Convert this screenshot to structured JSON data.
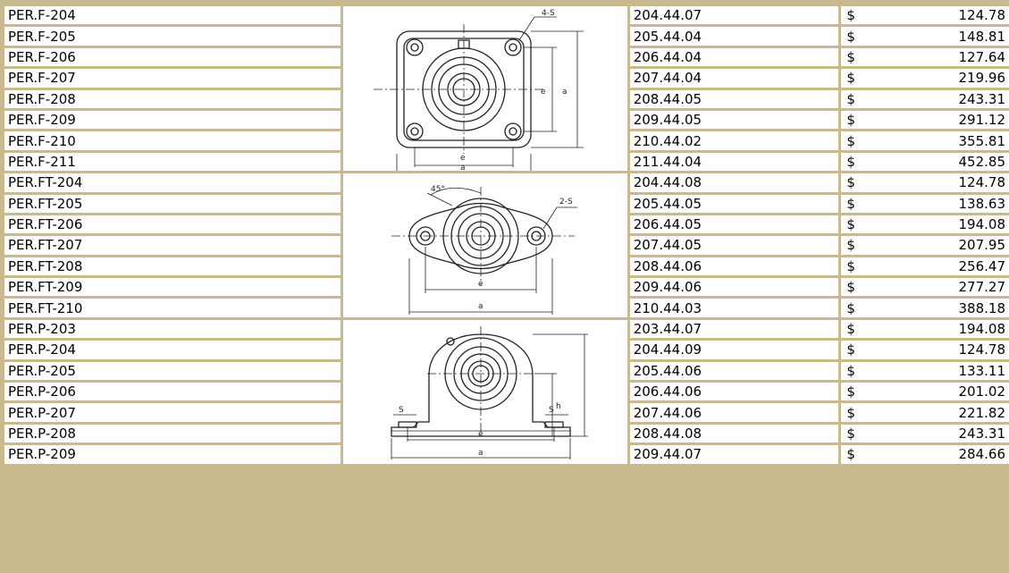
{
  "groups": [
    {
      "id": "flange-square",
      "icon": "square-flange-bearing-drawing",
      "drawing_labels": [
        "4-S",
        "e",
        "a",
        "e",
        "a"
      ],
      "rows": [
        {
          "model": "PER.F-204",
          "code": "204.44.07",
          "currency": "$",
          "price": "124.78"
        },
        {
          "model": "PER.F-205",
          "code": "205.44.04",
          "currency": "$",
          "price": "148.81"
        },
        {
          "model": "PER.F-206",
          "code": "206.44.04",
          "currency": "$",
          "price": "127.64"
        },
        {
          "model": "PER.F-207",
          "code": "207.44.04",
          "currency": "$",
          "price": "219.96"
        },
        {
          "model": "PER.F-208",
          "code": "208.44.05",
          "currency": "$",
          "price": "243.31"
        },
        {
          "model": "PER.F-209",
          "code": "209.44.05",
          "currency": "$",
          "price": "291.12"
        },
        {
          "model": "PER.F-210",
          "code": "210.44.02",
          "currency": "$",
          "price": "355.81"
        },
        {
          "model": "PER.F-211",
          "code": "211.44.04",
          "currency": "$",
          "price": "452.85"
        }
      ]
    },
    {
      "id": "flange-oval",
      "icon": "oval-flange-bearing-drawing",
      "drawing_labels": [
        "45°",
        "2-S",
        "e",
        "a"
      ],
      "rows": [
        {
          "model": "PER.FT-204",
          "code": "204.44.08",
          "currency": "$",
          "price": "124.78"
        },
        {
          "model": "PER.FT-205",
          "code": "205.44.05",
          "currency": "$",
          "price": "138.63"
        },
        {
          "model": "PER.FT-206",
          "code": "206.44.05",
          "currency": "$",
          "price": "194.08"
        },
        {
          "model": "PER.FT-207",
          "code": "207.44.05",
          "currency": "$",
          "price": "207.95"
        },
        {
          "model": "PER.FT-208",
          "code": "208.44.06",
          "currency": "$",
          "price": "256.47"
        },
        {
          "model": "PER.FT-209",
          "code": "209.44.06",
          "currency": "$",
          "price": "277.27"
        },
        {
          "model": "PER.FT-210",
          "code": "210.44.03",
          "currency": "$",
          "price": "388.18"
        }
      ]
    },
    {
      "id": "pillow-block",
      "icon": "pillow-block-bearing-drawing",
      "drawing_labels": [
        "S",
        "S",
        "h",
        "e",
        "a"
      ],
      "rows": [
        {
          "model": "PER.P-203",
          "code": "203.44.07",
          "currency": "$",
          "price": "194.08"
        },
        {
          "model": "PER.P-204",
          "code": "204.44.09",
          "currency": "$",
          "price": "124.78"
        },
        {
          "model": "PER.P-205",
          "code": "205.44.06",
          "currency": "$",
          "price": "133.11"
        },
        {
          "model": "PER.P-206",
          "code": "206.44.06",
          "currency": "$",
          "price": "201.02"
        },
        {
          "model": "PER.P-207",
          "code": "207.44.06",
          "currency": "$",
          "price": "221.82"
        },
        {
          "model": "PER.P-208",
          "code": "208.44.08",
          "currency": "$",
          "price": "243.31"
        },
        {
          "model": "PER.P-209",
          "code": "209.44.07",
          "currency": "$",
          "price": "284.66"
        }
      ]
    }
  ]
}
